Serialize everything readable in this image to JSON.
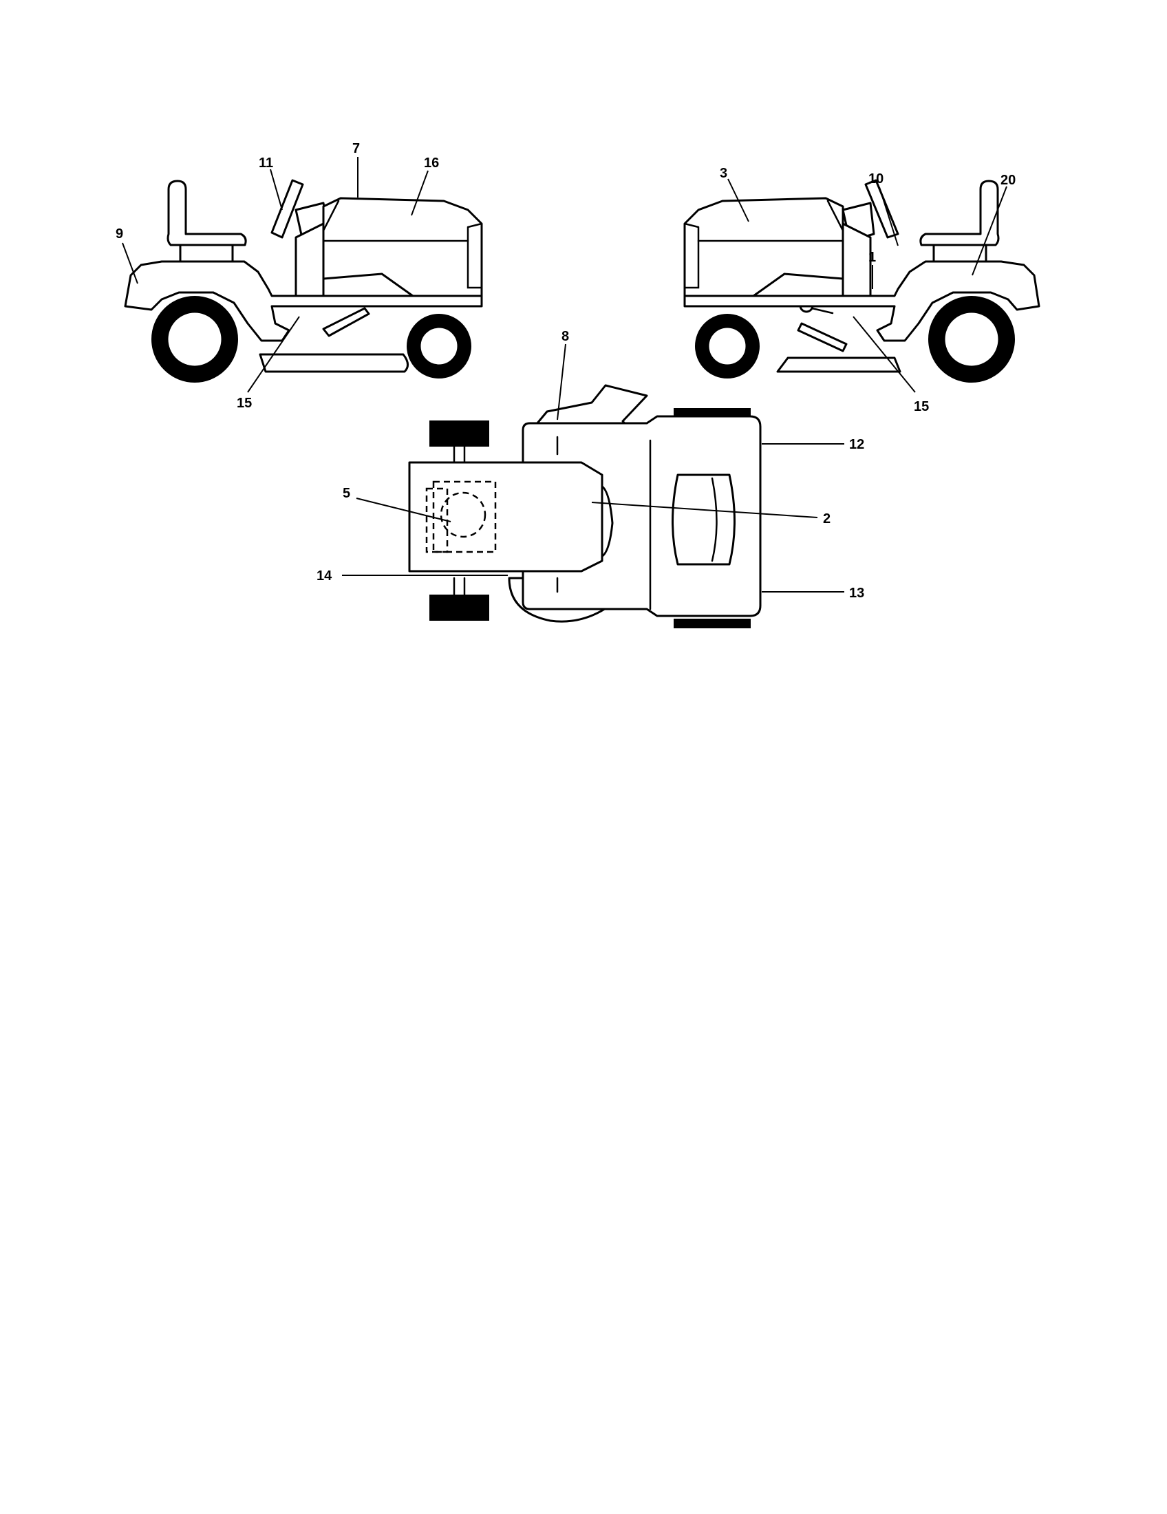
{
  "diagram": {
    "callouts": [
      {
        "id": "c7",
        "label": "7"
      },
      {
        "id": "c16",
        "label": "16"
      },
      {
        "id": "c11",
        "label": "11"
      },
      {
        "id": "c9",
        "label": "9"
      },
      {
        "id": "c15-left",
        "label": "15"
      },
      {
        "id": "c3",
        "label": "3"
      },
      {
        "id": "c10",
        "label": "10"
      },
      {
        "id": "c20",
        "label": "20"
      },
      {
        "id": "c1",
        "label": "1"
      },
      {
        "id": "c15-right",
        "label": "15"
      },
      {
        "id": "c8",
        "label": "8"
      },
      {
        "id": "c12",
        "label": "12"
      },
      {
        "id": "c5",
        "label": "5"
      },
      {
        "id": "c2",
        "label": "2"
      },
      {
        "id": "c14",
        "label": "14"
      },
      {
        "id": "c13",
        "label": "13"
      }
    ]
  }
}
